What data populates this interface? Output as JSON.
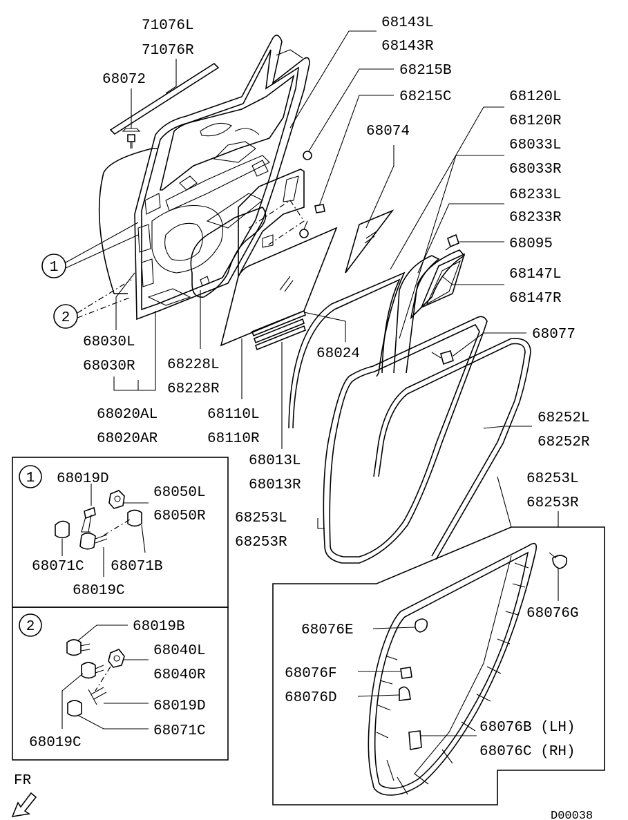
{
  "labels": {
    "p71076L": "71076L",
    "p71076R": "71076R",
    "p68072": "68072",
    "p68143L": "68143L",
    "p68143R": "68143R",
    "p68215B": "68215B",
    "p68215C": "68215C",
    "p68074": "68074",
    "p68120L": "68120L",
    "p68120R": "68120R",
    "p68033L": "68033L",
    "p68033R": "68033R",
    "p68233L": "68233L",
    "p68233R": "68233R",
    "p68095": "68095",
    "p68147L": "68147L",
    "p68147R": "68147R",
    "p68077": "68077",
    "p68024": "68024",
    "p68030L": "68030L",
    "p68030R": "68030R",
    "p68228L": "68228L",
    "p68228R": "68228R",
    "p68020AL": "68020AL",
    "p68020AR": "68020AR",
    "p68110L": "68110L",
    "p68110R": "68110R",
    "p68013L": "68013L",
    "p68013R": "68013R",
    "p68252L": "68252L",
    "p68252R": "68252R",
    "p68253L_right": "68253L",
    "p68253R_right": "68253R",
    "p68253L_left": "68253L",
    "p68253R_left": "68253R",
    "p68076G": "68076G",
    "p68076E": "68076E",
    "p68076F": "68076F",
    "p68076D": "68076D",
    "p68076B": "68076B (LH)",
    "p68076C": "68076C (RH)"
  },
  "callouts": {
    "one": "1",
    "two": "2"
  },
  "detail1": {
    "p68019D": "68019D",
    "p68050L": "68050L",
    "p68050R": "68050R",
    "p68071C": "68071C",
    "p68071B": "68071B",
    "p68019C": "68019C"
  },
  "detail2": {
    "p68019B": "68019B",
    "p68040L": "68040L",
    "p68040R": "68040R",
    "p68019D": "68019D",
    "p68019C": "68019C",
    "p68071C": "68071C"
  },
  "orientation": "FR",
  "drawing_number": "D00038"
}
